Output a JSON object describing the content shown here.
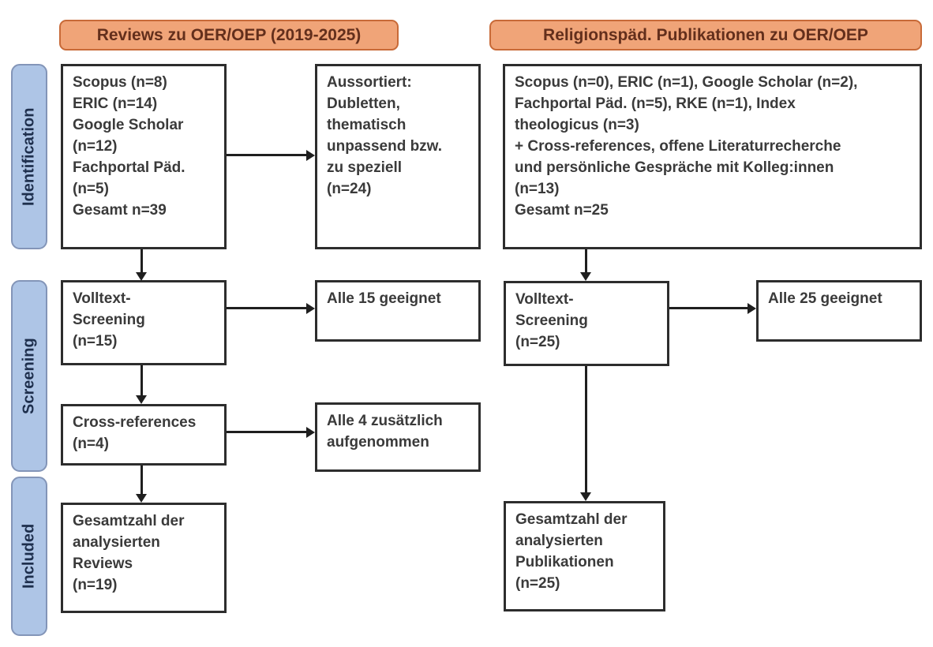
{
  "colors": {
    "header_fill": "#f0a478",
    "header_border": "#c86a38",
    "header_text": "#632f1c",
    "stage_fill": "#aec5e6",
    "stage_border": "#8395b8",
    "stage_text": "#1e2f4d",
    "box_border": "#2d2d2d",
    "box_text": "#3a3a3a",
    "arrow": "#1f1f1f"
  },
  "stages": {
    "identification": "Identification",
    "screening": "Screening",
    "included": "Included"
  },
  "left": {
    "header": "Reviews zu OER/OEP (2019-2025)",
    "sources": "Scopus (n=8)\nERIC (n=14)\nGoogle Scholar\n(n=12)\nFachportal Päd.\n(n=5)\nGesamt n=39",
    "excluded": "Aussortiert:\nDubletten,\nthematisch\nunpassend bzw.\nzu speziell\n(n=24)",
    "fulltext": "Volltext-\nScreening\n(n=15)",
    "fulltext_result": "Alle 15 geeignet",
    "crossref": "Cross-references\n(n=4)",
    "crossref_result": "Alle 4 zusätzlich\naufgenommen",
    "total": "Gesamtzahl der\nanalysierten\nReviews\n(n=19)"
  },
  "right": {
    "header": "Religionspäd. Publikationen zu OER/OEP",
    "sources": "Scopus (n=0), ERIC (n=1), Google Scholar (n=2),\nFachportal Päd. (n=5), RKE (n=1), Index\ntheologicus (n=3)\n+ Cross-references, offene Literaturrecherche\nund persönliche Gespräche mit Kolleg:innen\n(n=13)\nGesamt n=25",
    "fulltext": "Volltext-\nScreening\n(n=25)",
    "fulltext_result": "Alle 25 geeignet",
    "total": "Gesamtzahl der\nanalysierten\nPublikationen\n(n=25)"
  }
}
